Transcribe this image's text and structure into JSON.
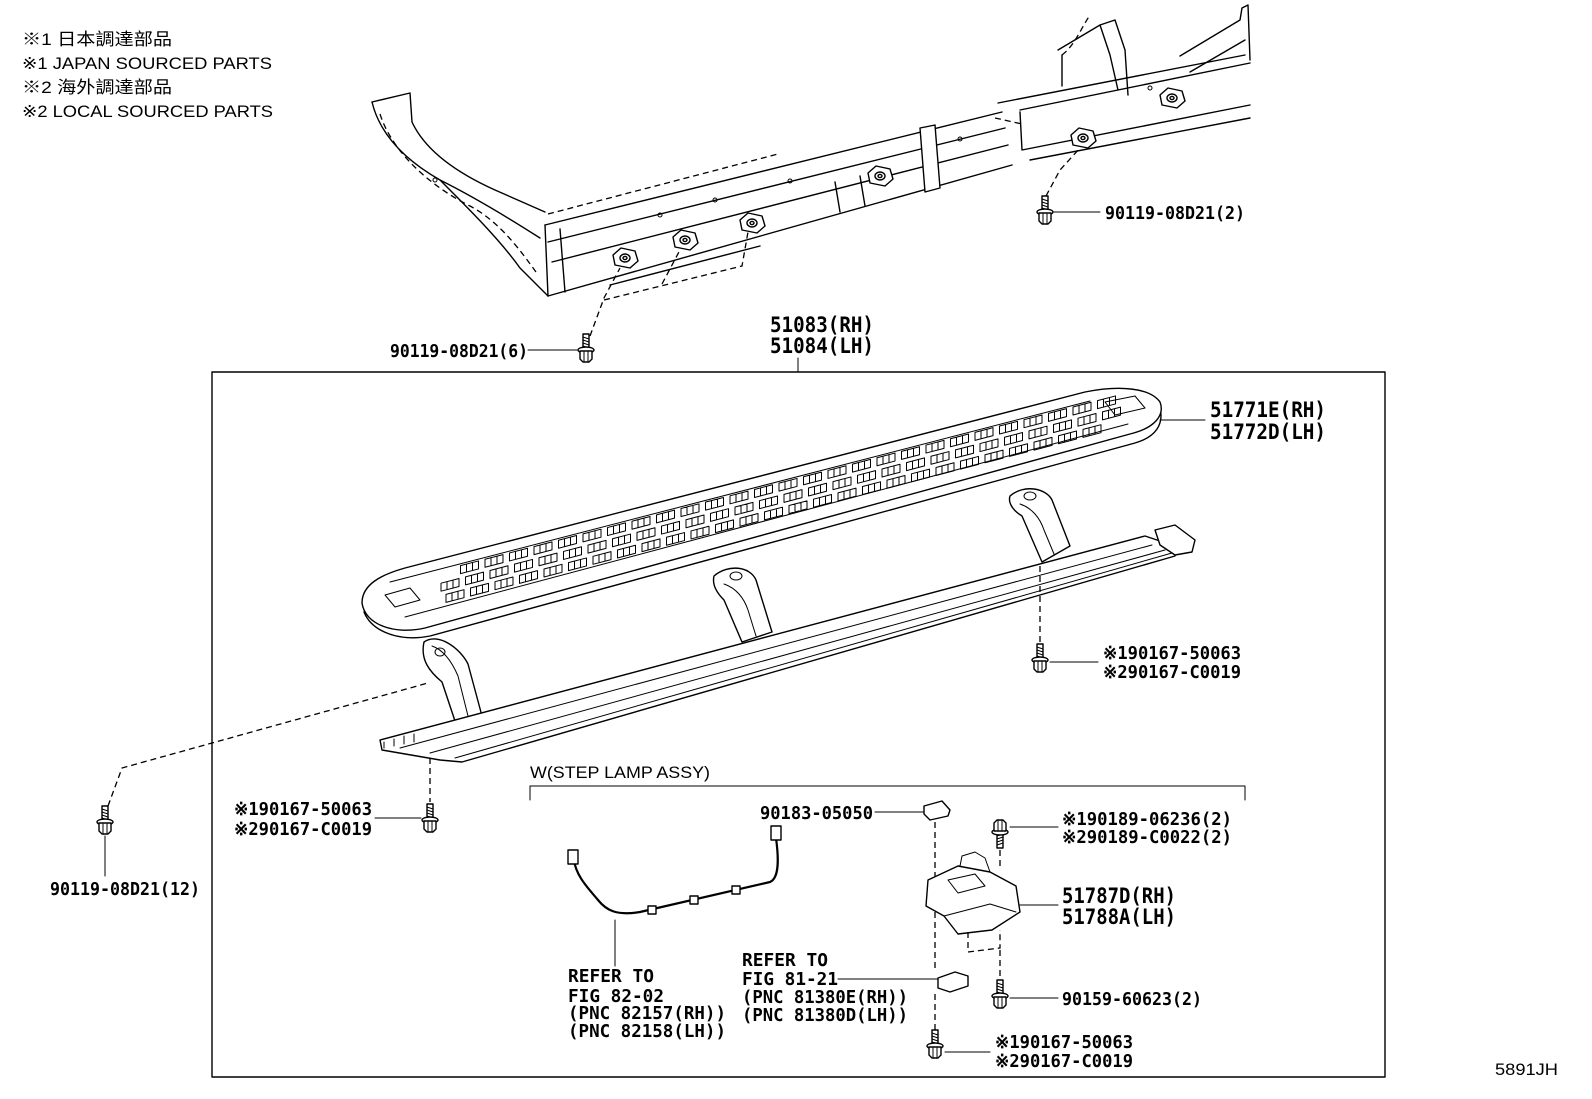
{
  "legend": {
    "jp_sourced_jp": "※1 日本調達部品",
    "jp_sourced_en": "※1 JAPAN SOURCED PARTS",
    "local_sourced_jp": "※2 海外調達部品",
    "local_sourced_en": "※2 LOCAL SOURCED PARTS"
  },
  "body_frame": {
    "bolt_upper_right": "90119-08D21(2)",
    "bolt_upper_left": "90119-08D21(6)"
  },
  "step_assy": {
    "part_rh": "51083(RH)",
    "part_lh": "51084(LH)",
    "board_rh": "51771E(RH)",
    "board_lh": "51772D(LH)",
    "bolt_right_1": "※190167-50063",
    "bolt_right_2": "※290167-C0019",
    "bolt_left_1": "※190167-50063",
    "bolt_left_2": "※290167-C0019"
  },
  "outer_bolt": "90119-08D21(12)",
  "step_lamp": {
    "title": "W(STEP LAMP ASSY)",
    "clip": "90183-05050",
    "nut_1": "※190189-06236(2)",
    "nut_2": "※290189-C0022(2)",
    "bracket_rh": "51787D(RH)",
    "bracket_lh": "51788A(LH)",
    "wire_ref": [
      "REFER TO",
      "FIG 82-02",
      "(PNC 82157(RH))",
      "(PNC 82158(LH))"
    ],
    "lamp_ref": [
      "REFER TO",
      "FIG 81-21",
      "(PNC 81380E(RH))",
      "(PNC 81380D(LH))"
    ],
    "screw": "90159-60623(2)",
    "bolt_bottom_1": "※190167-50063",
    "bolt_bottom_2": "※290167-C0019"
  },
  "drawing_id": "5891JH"
}
